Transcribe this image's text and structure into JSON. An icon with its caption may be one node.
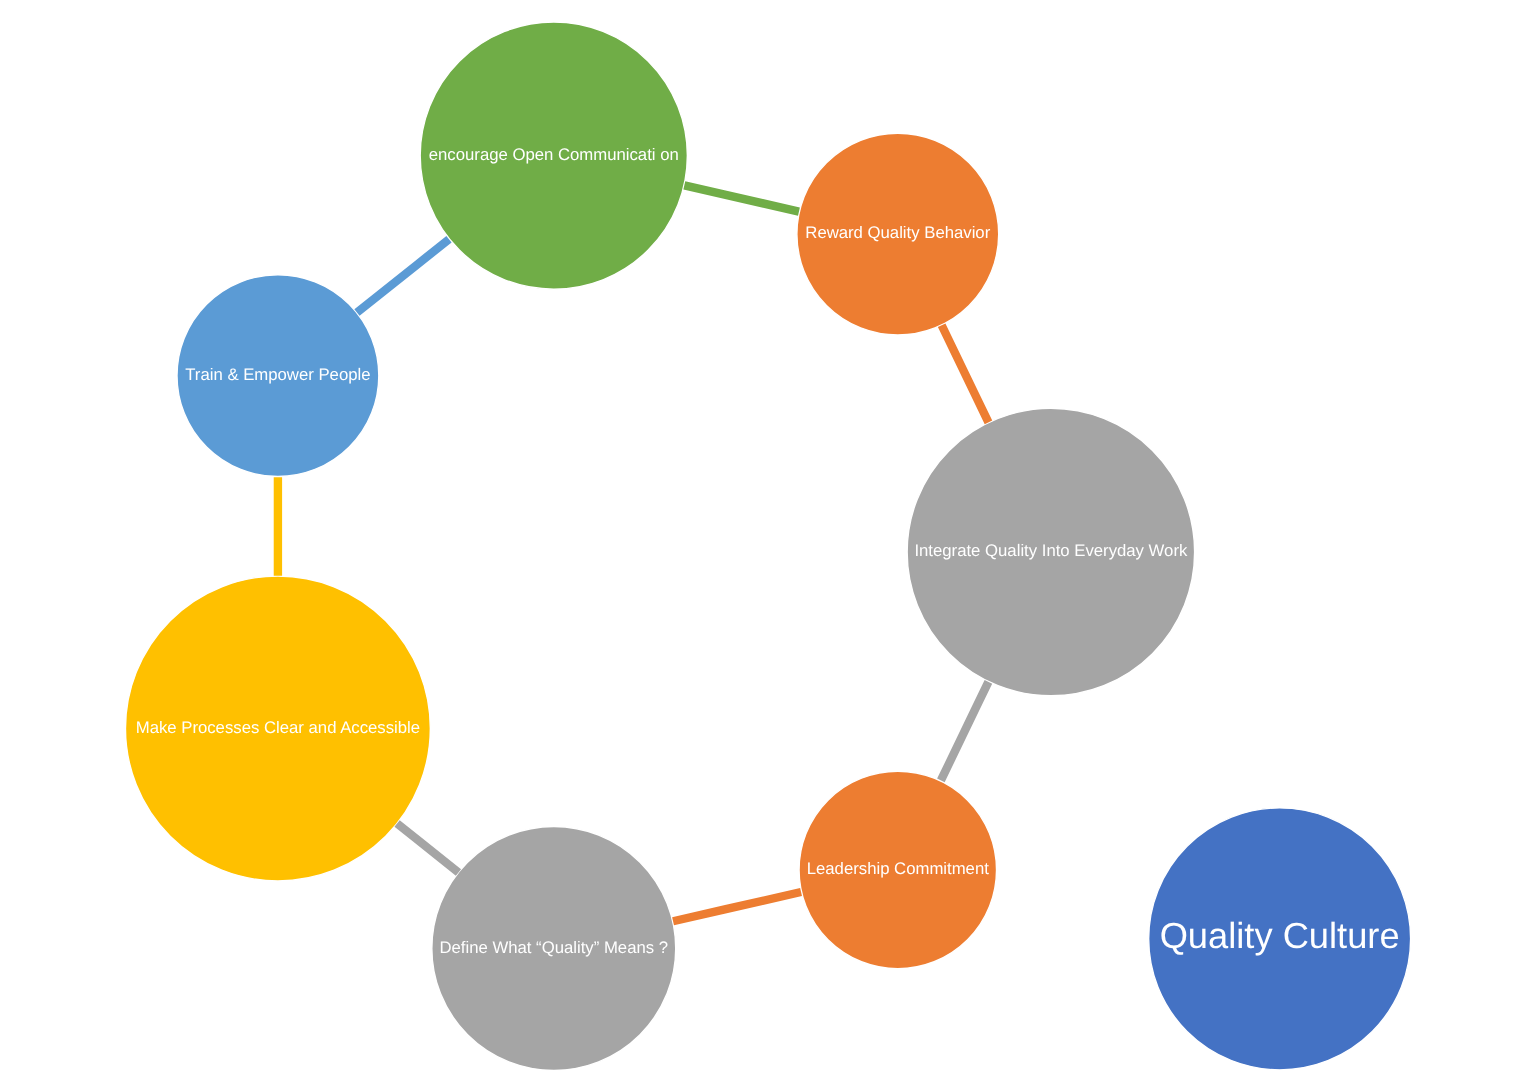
{
  "diagram": {
    "nodes": [
      {
        "text": [
          "Quality Culture"
        ]
      },
      {
        "text": [
          "Leadership Commitment"
        ]
      },
      {
        "text": [
          "Define What “Quality” Means ?"
        ]
      },
      {
        "text": [
          "Make Processes Clear and Accessible"
        ]
      },
      {
        "text": [
          "Train & Empower People"
        ]
      },
      {
        "text": [
          "encourage Open Communicati on"
        ]
      },
      {
        "text": [
          "Reward Quality Behavior"
        ]
      },
      {
        "text": [
          "Integrate Quality Into Everyday Work"
        ]
      }
    ],
    "edges": [
      {
        "from": 1,
        "to": 2,
        "arrow": "none",
        "color": "#ed7d31"
      },
      {
        "from": 2,
        "to": 3,
        "arrow": "none",
        "color": "#a5a5a5"
      },
      {
        "from": 3,
        "to": 4,
        "arrow": "none",
        "color": "#ffc000"
      },
      {
        "from": 4,
        "to": 5,
        "arrow": "none",
        "color": "#5b9bd5"
      },
      {
        "from": 5,
        "to": 6,
        "arrow": "none",
        "color": "#70ad47"
      },
      {
        "from": 6,
        "to": 7,
        "arrow": "none",
        "color": "#ed7d31"
      },
      {
        "from": 7,
        "to": 1,
        "arrow": "none",
        "color": "#a5a5a5"
      }
    ]
  }
}
